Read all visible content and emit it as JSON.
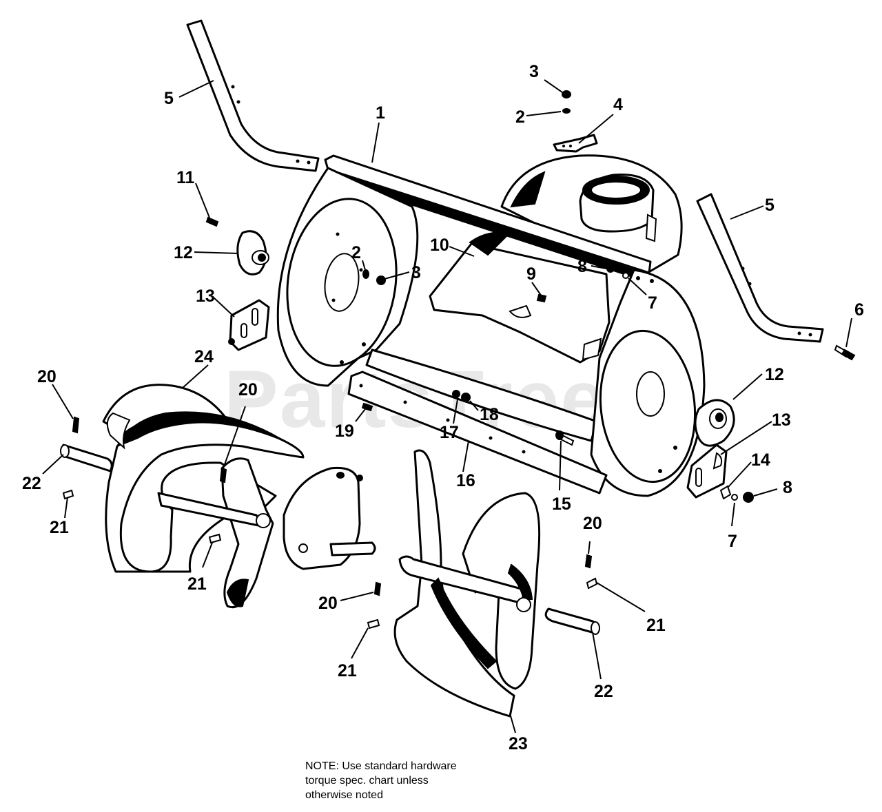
{
  "watermark": {
    "text": "PartsTree",
    "tm": "TM"
  },
  "note": {
    "lines": [
      "NOTE: Use standard hardware",
      "torque spec. chart unless",
      "otherwise noted"
    ]
  },
  "labels": [
    {
      "id": "l1",
      "text": "1"
    },
    {
      "id": "l2a",
      "text": "2"
    },
    {
      "id": "l2b",
      "text": "2"
    },
    {
      "id": "l3a",
      "text": "3"
    },
    {
      "id": "l3b",
      "text": "3"
    },
    {
      "id": "l4",
      "text": "4"
    },
    {
      "id": "l5a",
      "text": "5"
    },
    {
      "id": "l5b",
      "text": "5"
    },
    {
      "id": "l6",
      "text": "6"
    },
    {
      "id": "l7a",
      "text": "7"
    },
    {
      "id": "l7b",
      "text": "7"
    },
    {
      "id": "l8a",
      "text": "8"
    },
    {
      "id": "l8b",
      "text": "8"
    },
    {
      "id": "l9",
      "text": "9"
    },
    {
      "id": "l10",
      "text": "10"
    },
    {
      "id": "l11",
      "text": "11"
    },
    {
      "id": "l12a",
      "text": "12"
    },
    {
      "id": "l12b",
      "text": "12"
    },
    {
      "id": "l13a",
      "text": "13"
    },
    {
      "id": "l13b",
      "text": "13"
    },
    {
      "id": "l14",
      "text": "14"
    },
    {
      "id": "l15",
      "text": "15"
    },
    {
      "id": "l16",
      "text": "16"
    },
    {
      "id": "l17",
      "text": "17"
    },
    {
      "id": "l18",
      "text": "18"
    },
    {
      "id": "l19",
      "text": "19"
    },
    {
      "id": "l20a",
      "text": "20"
    },
    {
      "id": "l20b",
      "text": "20"
    },
    {
      "id": "l20c",
      "text": "20"
    },
    {
      "id": "l20d",
      "text": "20"
    },
    {
      "id": "l21a",
      "text": "21"
    },
    {
      "id": "l21b",
      "text": "21"
    },
    {
      "id": "l21c",
      "text": "21"
    },
    {
      "id": "l21d",
      "text": "21"
    },
    {
      "id": "l22a",
      "text": "22"
    },
    {
      "id": "l22b",
      "text": "22"
    },
    {
      "id": "l23",
      "text": "23"
    },
    {
      "id": "l24",
      "text": "24"
    }
  ]
}
